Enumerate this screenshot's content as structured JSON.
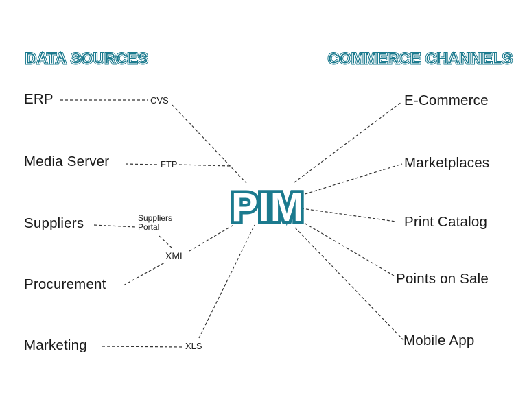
{
  "colors": {
    "background": "#ffffff",
    "accent_teal": "#1b7a8e",
    "connector_line": "#333333",
    "label_text": "#1a1a1a"
  },
  "titles": {
    "left": "DATA SOURCES",
    "right": "COMMERCE CHANNELS"
  },
  "center": {
    "label": "PIM"
  },
  "data_sources": [
    "ERP",
    "Media Server",
    "Suppliers",
    "Procurement",
    "Marketing"
  ],
  "commerce_channels": [
    "E-Commerce",
    "Marketplaces",
    "Print Catalog",
    "Points on Sale",
    "Mobile App"
  ],
  "format_labels": {
    "cvs": "CVS",
    "ftp": "FTP",
    "suppliers_portal": [
      "Suppliers",
      "Portal"
    ],
    "xml": "XML",
    "xls": "XLS"
  },
  "connections": [
    {
      "from": "ERP",
      "via": "CVS",
      "to": "PIM"
    },
    {
      "from": "Media Server",
      "via": "FTP",
      "to": "PIM"
    },
    {
      "from": "Suppliers",
      "via": "Suppliers Portal",
      "to": "XML"
    },
    {
      "from": "Procurement",
      "to": "XML"
    },
    {
      "from": "XML",
      "to": "PIM"
    },
    {
      "from": "Marketing",
      "via": "XLS",
      "to": "PIM"
    },
    {
      "from": "PIM",
      "to": "E-Commerce"
    },
    {
      "from": "PIM",
      "to": "Marketplaces"
    },
    {
      "from": "PIM",
      "to": "Print Catalog"
    },
    {
      "from": "PIM",
      "to": "Points on Sale"
    },
    {
      "from": "PIM",
      "to": "Mobile App"
    }
  ]
}
